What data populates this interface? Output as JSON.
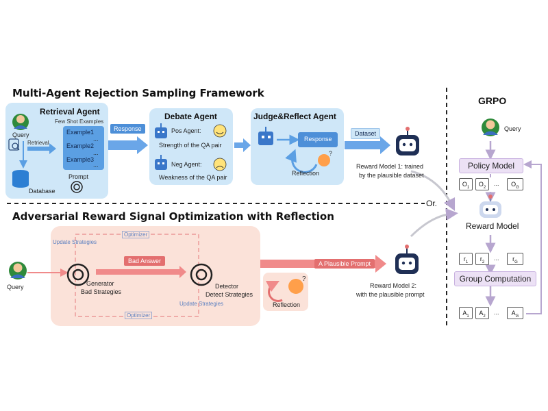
{
  "top": {
    "title": "Multi-Agent Rejection Sampling Framework",
    "retrieval": {
      "title": "Retrieval Agent",
      "query": "Query",
      "few_shot": "Few Shot Examples",
      "retrieval_label": "Retrieval",
      "examples": [
        "Example1",
        "Example2",
        "Example3"
      ],
      "dots": "...",
      "prompt": "Prompt",
      "database": "Database"
    },
    "response_tag": "Response",
    "debate": {
      "title": "Debate Agent",
      "pos_agent": "Pos Agent:",
      "pos_desc": "Strength of the QA pair",
      "neg_agent": "Neg Agent:",
      "neg_desc": "Weakness of the QA pair"
    },
    "judge": {
      "title": "Judge&Reflect Agent",
      "response": "Response",
      "reflection": "Reflection"
    },
    "dataset_tag": "Dataset",
    "reward_model_1": [
      "Reward Model 1: trained",
      "by the plausible dataset"
    ]
  },
  "or_label": "Or.",
  "bottom": {
    "title": "Adversarial Reward Signal Optimization with Reflection",
    "query": "Query",
    "update_strategies": "Update Strategies",
    "optimizer": "Optimizer",
    "bad_answer": "Bad Answer",
    "generator": [
      "Generator",
      "Bad Strategies"
    ],
    "detector": [
      "Detector",
      "Detect Strategies"
    ],
    "plausible_prompt": "A Plausible Prompt",
    "reflection": "Reflection",
    "reward_model_2": [
      "Reward Model 2:",
      "with the plausible prompt"
    ]
  },
  "grpo": {
    "title": "GRPO",
    "query": "Query",
    "policy_model": "Policy Model",
    "outputs": [
      "O",
      "O",
      "O"
    ],
    "output_subs": [
      "1",
      "2",
      "G"
    ],
    "reward_model": "Reward Model",
    "rewards": [
      "r",
      "r",
      "r"
    ],
    "reward_subs": [
      "1",
      "2",
      "G"
    ],
    "group_computation": "Group Computation",
    "advantages": [
      "A",
      "A",
      "A"
    ],
    "advantage_subs": [
      "1",
      "2",
      "G"
    ],
    "ellipsis": "..."
  },
  "colors": {
    "panel_blue": "#cfe7f8",
    "arrow_blue": "#6aa6e8",
    "panel_pink": "#fbe2d9",
    "arrow_red": "#e36f6f",
    "grpo_box": "#ece1f5"
  }
}
